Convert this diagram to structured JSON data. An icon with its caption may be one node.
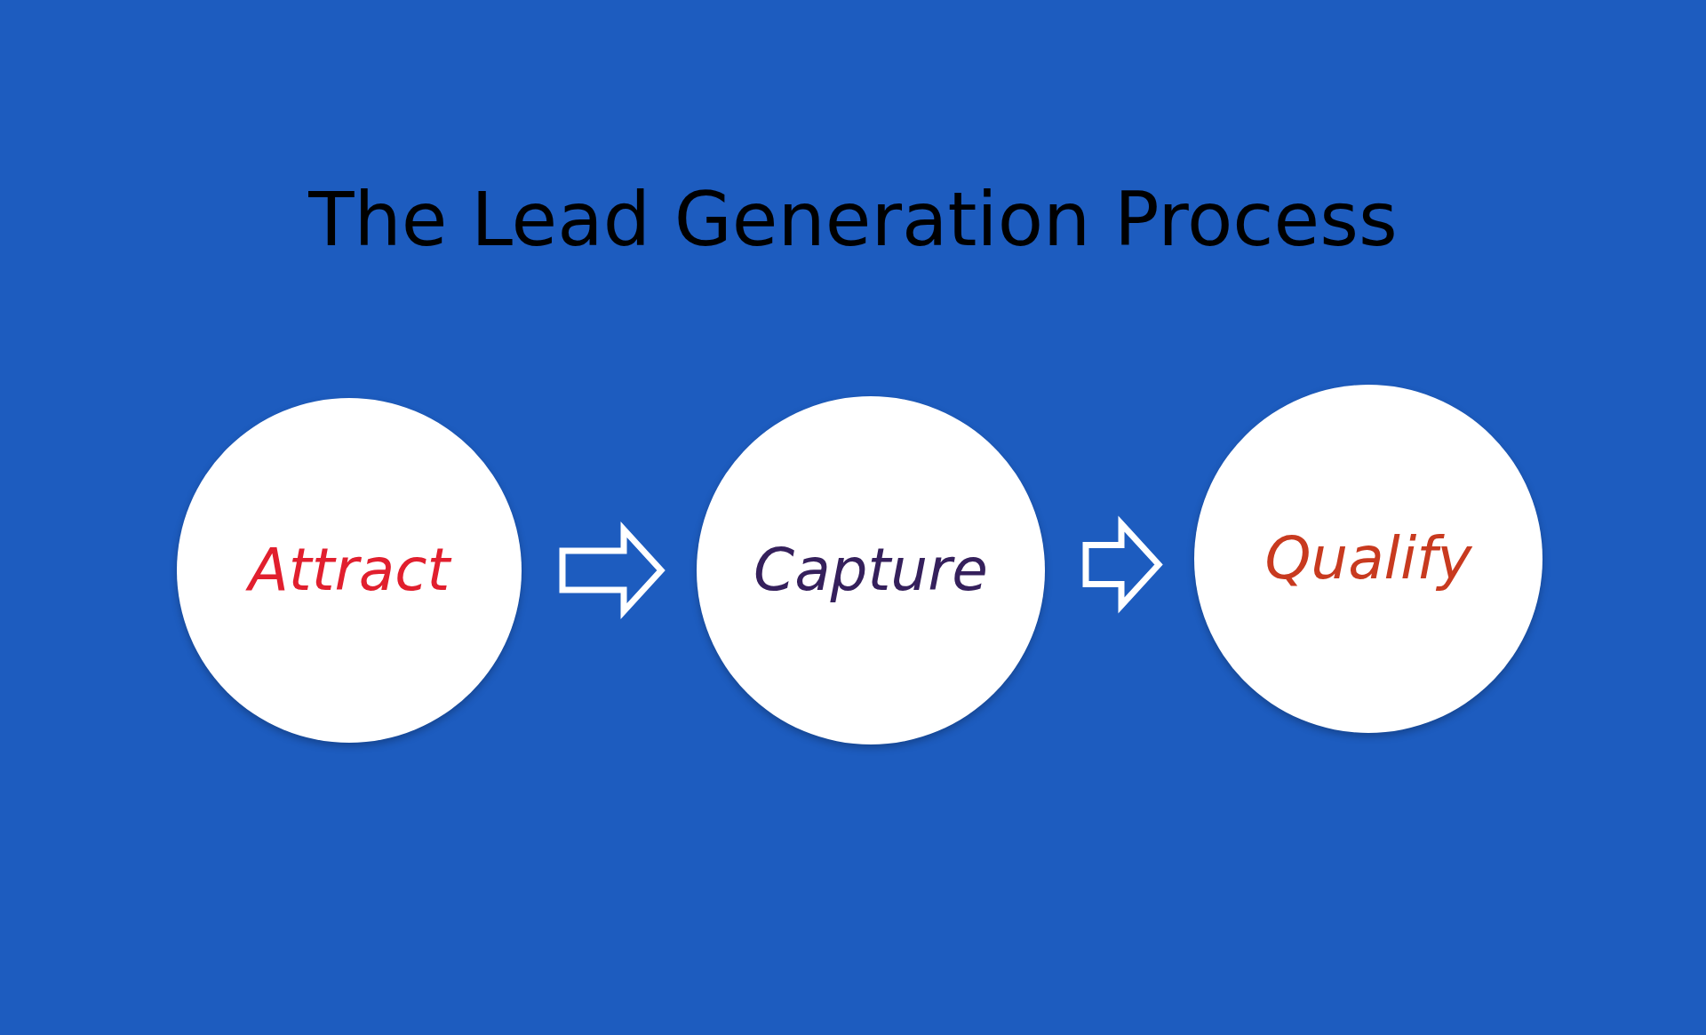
{
  "diagram": {
    "title": "The Lead Generation Process",
    "nodes": [
      {
        "text": [
          "Attract"
        ]
      },
      {
        "text": [
          "Capture"
        ]
      },
      {
        "text": [
          "Qualify"
        ]
      }
    ],
    "edges": [
      {
        "from": 0,
        "to": 1,
        "arrow": "to"
      },
      {
        "from": 1,
        "to": 2,
        "arrow": "to"
      }
    ]
  }
}
